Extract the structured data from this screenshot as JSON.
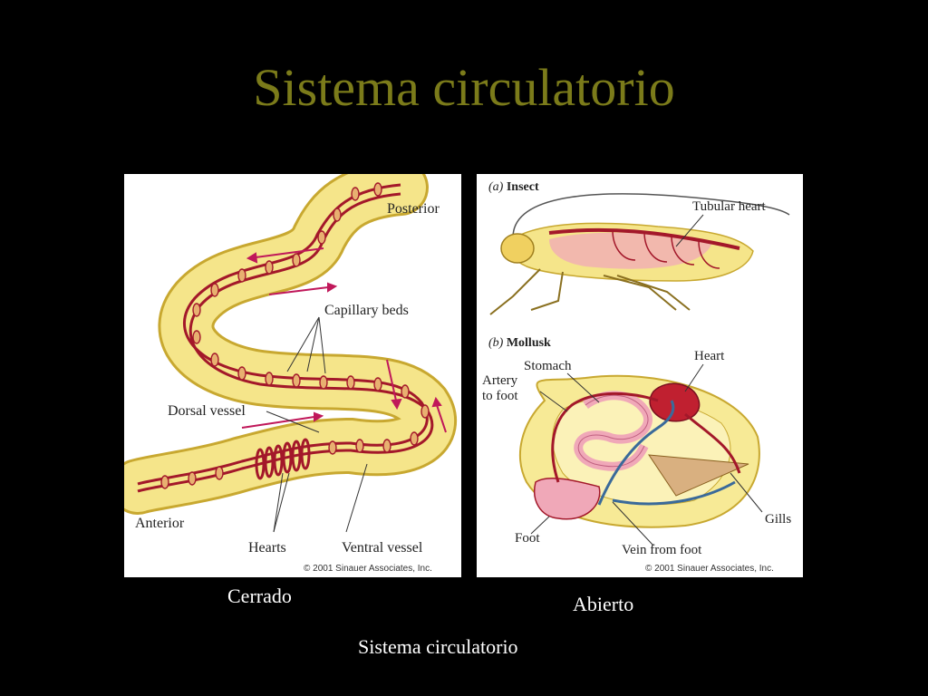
{
  "slide": {
    "title": "Sistema circulatorio",
    "footer_caption": "Sistema circulatorio"
  },
  "earthworm": {
    "caption": "Cerrado",
    "labels": {
      "posterior": "Posterior",
      "capillary_beds": "Capillary beds",
      "dorsal_vessel": "Dorsal vessel",
      "anterior": "Anterior",
      "hearts": "Hearts",
      "ventral_vessel": "Ventral vessel"
    },
    "credit": "© 2001 Sinauer Associates, Inc."
  },
  "arthropod_mollusk": {
    "caption": "Abierto",
    "insect": {
      "letter": "(a)",
      "title": "Insect",
      "tubular_heart": "Tubular heart"
    },
    "mollusk": {
      "letter": "(b)",
      "title": "Mollusk",
      "stomach": "Stomach",
      "heart": "Heart",
      "artery_line1": "Artery",
      "artery_line2": "to foot",
      "gills": "Gills",
      "foot": "Foot",
      "vein_from_foot": "Vein from foot"
    },
    "credit": "© 2001 Sinauer Associates, Inc."
  },
  "colors": {
    "title": "#7b7b1a",
    "body_yellow": "#f5e58a",
    "body_outline": "#c8a830",
    "vessel_red": "#a3182a",
    "vein_blue": "#3a6a9a",
    "pink": "#f0a8b8"
  }
}
